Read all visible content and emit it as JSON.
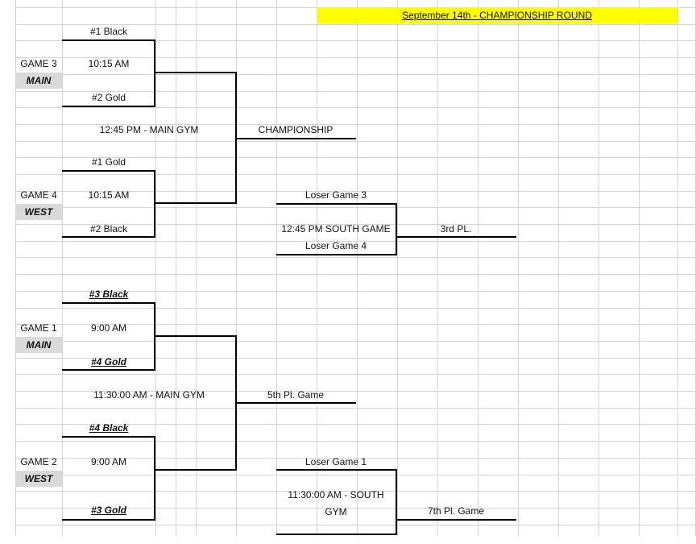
{
  "header": {
    "title": "September 14th - CHAMPIONSHIP ROUND",
    "highlight_color": "#ffff00"
  },
  "upper_bracket": {
    "game3": {
      "label": "GAME 3",
      "gym": "MAIN",
      "time": "10:15 AM",
      "team1": "#1 Black",
      "team2": "#2 Gold"
    },
    "game4": {
      "label": "GAME 4",
      "gym": "WEST",
      "time": "10:15 AM",
      "team1": "#1 Gold",
      "team2": "#2 Black"
    },
    "final_time": "12:45 PM - MAIN GYM",
    "final_label": "CHAMPIONSHIP",
    "consolation": {
      "team1": "Loser Game 3",
      "time": "12:45 PM SOUTH GAME",
      "team2": "Loser Game 4",
      "result": "3rd PL."
    }
  },
  "lower_bracket": {
    "game1": {
      "label": "GAME 1",
      "gym": "MAIN",
      "time": "9:00 AM",
      "team1": "#3 Black",
      "team2": "#4 Gold"
    },
    "game2": {
      "label": "GAME 2",
      "gym": "WEST",
      "time": "9:00 AM",
      "team1": "#4 Black",
      "team2": "#3 Gold"
    },
    "final_time": "11:30:00 AM - MAIN GYM",
    "final_label": "5th Pl. Game",
    "consolation": {
      "team1": "Loser Game 1",
      "time_line1": "11:30:00 AM - SOUTH",
      "time_line2": "GYM",
      "result": "7th Pl. Game"
    }
  },
  "colors": {
    "gridline": "#d4d4d4",
    "gym_tag_fill": "#d9d9d9",
    "bracket_line": "#000000"
  }
}
